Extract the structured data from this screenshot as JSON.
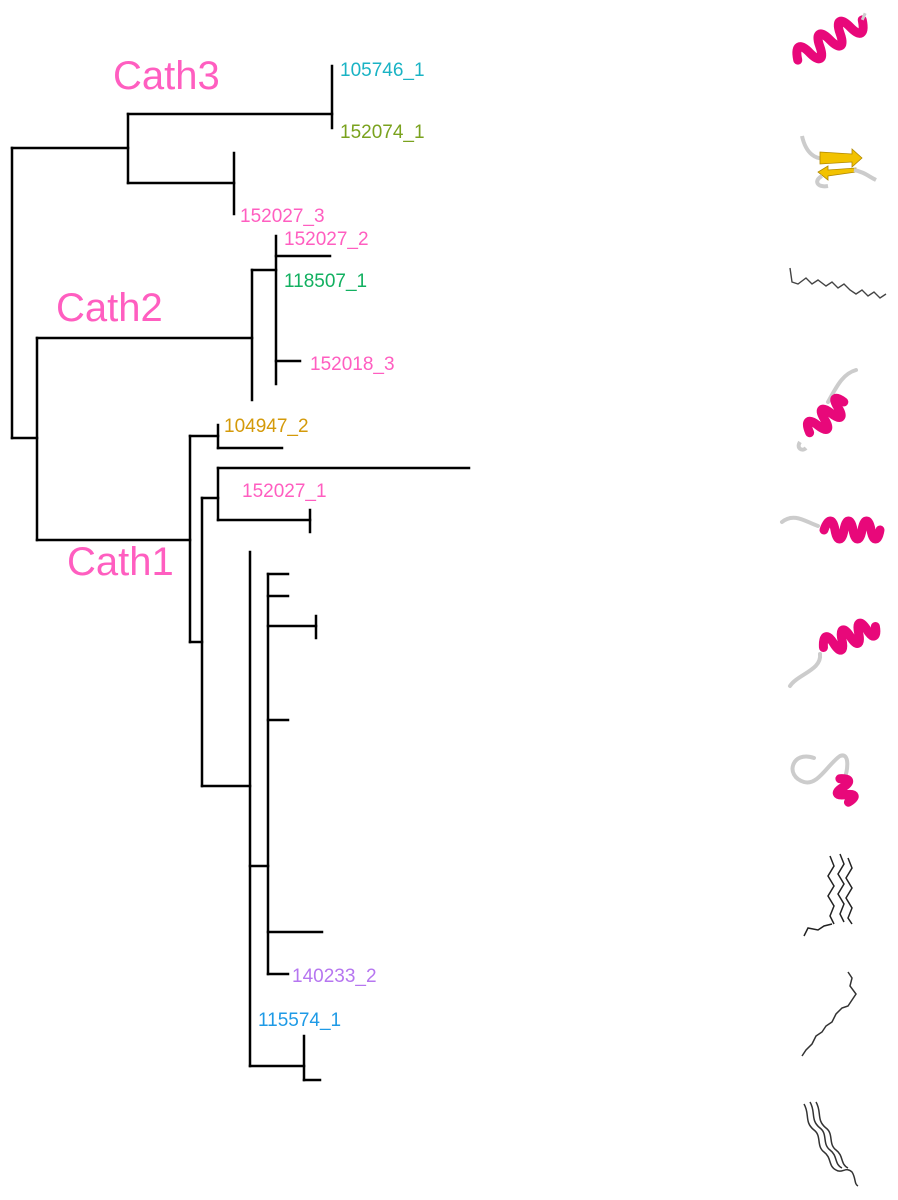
{
  "colors": {
    "pink": "#ff5ec0",
    "teal": "#1ab3c4",
    "olive": "#7aa21e",
    "green": "#12b060",
    "gold": "#d49a0a",
    "lavender": "#b676f0",
    "blue": "#1e9ae6",
    "helix": "#e8087a",
    "strand": "#f2c200",
    "coil": "#cccccc"
  },
  "clades": [
    {
      "id": "cath3",
      "label": "Cath3",
      "color": "pink"
    },
    {
      "id": "cath2",
      "label": "Cath2",
      "color": "pink"
    },
    {
      "id": "cath1",
      "label": "Cath1",
      "color": "pink"
    }
  ],
  "leaves": [
    {
      "id": "l105746_1",
      "label": "105746_1",
      "color": "teal"
    },
    {
      "id": "l152074_1",
      "label": "152074_1",
      "color": "olive"
    },
    {
      "id": "l152027_3",
      "label": "152027_3",
      "color": "pink"
    },
    {
      "id": "l152027_2",
      "label": "152027_2",
      "color": "pink"
    },
    {
      "id": "l118507_1",
      "label": "118507_1",
      "color": "green"
    },
    {
      "id": "l152018_3",
      "label": "152018_3",
      "color": "pink"
    },
    {
      "id": "l104947_2",
      "label": "104947_2",
      "color": "gold"
    },
    {
      "id": "l152027_1",
      "label": "152027_1",
      "color": "pink"
    },
    {
      "id": "l140233_2",
      "label": "140233_2",
      "color": "lavender"
    },
    {
      "id": "l115574_1",
      "label": "115574_1",
      "color": "blue"
    }
  ],
  "structures": [
    {
      "name": "helix-structure-icon",
      "kind": "helix"
    },
    {
      "name": "beta-hairpin-structure-icon",
      "kind": "strand"
    },
    {
      "name": "extended-coil-structure-icon",
      "kind": "coil"
    },
    {
      "name": "helix-with-coil-structure-icon",
      "kind": "helix-coil"
    },
    {
      "name": "coil-helix-structure-icon",
      "kind": "coil-helix"
    },
    {
      "name": "helix-tail-structure-icon",
      "kind": "helix-tail"
    },
    {
      "name": "loop-helix-structure-icon",
      "kind": "loop-helix"
    },
    {
      "name": "coiled-bundle-structure-icon",
      "kind": "bundle"
    },
    {
      "name": "wavy-coil-structure-icon",
      "kind": "wavy"
    },
    {
      "name": "double-strand-coil-structure-icon",
      "kind": "double-wavy"
    }
  ]
}
